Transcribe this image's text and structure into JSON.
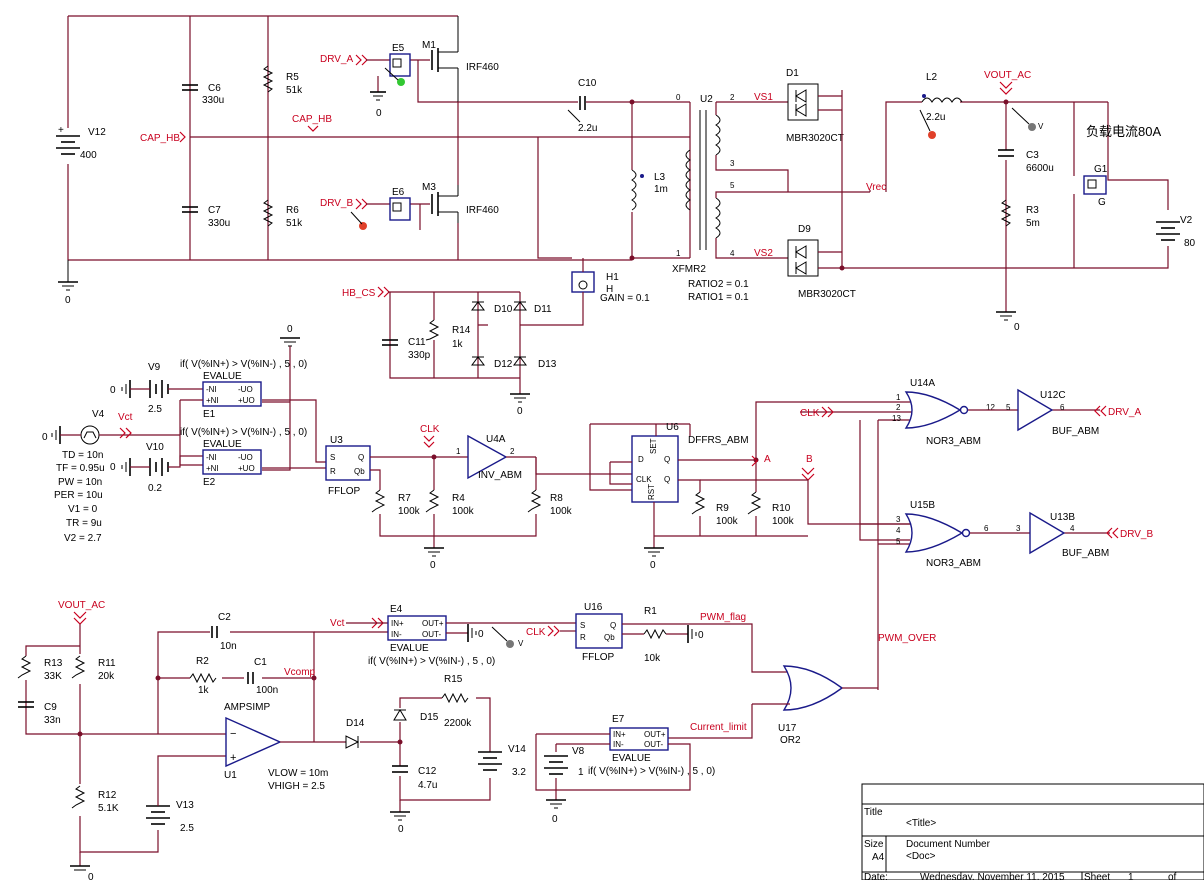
{
  "top": {
    "v12": {
      "ref": "V12",
      "val": "400"
    },
    "c6": {
      "ref": "C6",
      "val": "330u"
    },
    "c7": {
      "ref": "C7",
      "val": "330u"
    },
    "r5": {
      "ref": "R5",
      "val": "51k"
    },
    "r6": {
      "ref": "R6",
      "val": "51k"
    },
    "e5": "E5",
    "e6": "E6",
    "m1": {
      "ref": "M1",
      "val": "IRF460"
    },
    "m3": {
      "ref": "M3",
      "val": "IRF460"
    },
    "c10": {
      "ref": "C10",
      "val": "2.2u"
    },
    "l3": {
      "ref": "L3",
      "val": "1m"
    },
    "u2": "U2",
    "xfmr": {
      "ref": "XFMR2",
      "ratio2": "RATIO2 = 0.1",
      "ratio1": "RATIO1 = 0.1"
    },
    "h1": {
      "ref": "H1",
      "val": "H",
      "gain": "GAIN = 0.1"
    },
    "d1": {
      "ref": "D1",
      "val": "MBR3020CT"
    },
    "d9": {
      "ref": "D9",
      "val": "MBR3020CT"
    },
    "l2": {
      "ref": "L2",
      "val": "2.2u"
    },
    "c3": {
      "ref": "C3",
      "val": "6600u"
    },
    "r3": {
      "ref": "R3",
      "val": "5m"
    },
    "g1": {
      "ref": "G1",
      "val": "G"
    },
    "v2": {
      "ref": "V2",
      "val": "80"
    },
    "c11": {
      "ref": "C11",
      "val": "330p"
    },
    "r14": {
      "ref": "R14",
      "val": "1k"
    },
    "d10": "D10",
    "d11": "D11",
    "d12": "D12",
    "d13": "D13",
    "note": "负载电流80A",
    "pins": {
      "p0": "0",
      "p1": "1",
      "p2": "2",
      "p3": "3",
      "p4": "4",
      "p5": "5"
    }
  },
  "nets": {
    "drv_a": "DRV_A",
    "drv_b": "DRV_B",
    "cap_hb": "CAP_HB",
    "hb_cs": "HB_CS",
    "vout_ac": "VOUT_AC",
    "vs1": "VS1",
    "vs2": "VS2",
    "vrec": "Vrec",
    "vct": "Vct",
    "clk": "CLK",
    "a": "A",
    "b": "B",
    "pwm_flag": "PWM_flag",
    "pwm_over": "PWM_OVER",
    "current_limit": "Current_limit",
    "vcomp": "Vcomp",
    "v": "V",
    "ground": "0"
  },
  "mid": {
    "v9": {
      "ref": "V9",
      "val": "2.5"
    },
    "v10": {
      "ref": "V10",
      "val": "0.2"
    },
    "e1": {
      "ref": "E1",
      "type": "EVALUE",
      "expr": "if( V(%IN+) > V(%IN-) , 5 , 0)"
    },
    "e2": {
      "ref": "E2",
      "type": "EVALUE",
      "expr": "if( V(%IN+) > V(%IN-) , 5 , 0)"
    },
    "v4": {
      "ref": "V4",
      "td": "TD = 10n",
      "tf": "TF = 0.95u",
      "pw": "PW = 10n",
      "per": "PER = 10u",
      "v1": "V1 = 0",
      "tr": "TR = 9u",
      "v2": "V2 = 2.7"
    },
    "u3": {
      "ref": "U3",
      "val": "FFLOP"
    },
    "r7": {
      "ref": "R7",
      "val": "100k"
    },
    "r4": {
      "ref": "R4",
      "val": "100k"
    },
    "u4a": {
      "ref": "U4A",
      "val": "INV_ABM"
    },
    "r8": {
      "ref": "R8",
      "val": "100k"
    },
    "u6": {
      "ref": "U6",
      "val": "DFFRS_ABM"
    },
    "r9": {
      "ref": "R9",
      "val": "100k"
    },
    "r10": {
      "ref": "R10",
      "val": "100k"
    },
    "u14a": {
      "ref": "U14A",
      "val": "NOR3_ABM"
    },
    "u15b": {
      "ref": "U15B",
      "val": "NOR3_ABM"
    },
    "u12c": {
      "ref": "U12C",
      "val": "BUF_ABM"
    },
    "u13b": {
      "ref": "U13B",
      "val": "BUF_ABM"
    },
    "ff": {
      "s": "S",
      "r": "R",
      "q": "Q",
      "qb": "Qb",
      "d": "D",
      "clk": "CLK",
      "set": "SET",
      "rst": "RST",
      "q2": "Q",
      "qn": "Q"
    },
    "ev": {
      "nin": "-NI",
      "pin": "+NI",
      "nout": "-UO",
      "pout": "+UO"
    },
    "pn": {
      "p1": "1",
      "p2": "2",
      "p3": "3",
      "p4": "4",
      "p5": "5",
      "p6": "6",
      "p12": "12",
      "p13": "13"
    }
  },
  "bot": {
    "r13": {
      "ref": "R13",
      "val": "33K"
    },
    "c9": {
      "ref": "C9",
      "val": "33n"
    },
    "r11": {
      "ref": "R11",
      "val": "20k"
    },
    "r12": {
      "ref": "R12",
      "val": "5.1K"
    },
    "v13": {
      "ref": "V13",
      "val": "2.5"
    },
    "c2": {
      "ref": "C2",
      "val": "10n"
    },
    "r2": {
      "ref": "R2",
      "val": "1k"
    },
    "c1": {
      "ref": "C1",
      "val": "100n"
    },
    "u1": {
      "ref": "U1",
      "val": "AMPSIMP",
      "vlow": "VLOW = 10m",
      "vhigh": "VHIGH = 2.5"
    },
    "d14": "D14",
    "d15": "D15",
    "r15": {
      "ref": "R15",
      "val": "2200k"
    },
    "c12": {
      "ref": "C12",
      "val": "4.7u"
    },
    "v14": {
      "ref": "V14",
      "val": "3.2"
    },
    "e4": {
      "ref": "E4",
      "type": "EVALUE",
      "expr": "if( V(%IN+) > V(%IN-) , 5 , 0)"
    },
    "u16": {
      "ref": "U16",
      "val": "FFLOP"
    },
    "r1": {
      "ref": "R1",
      "val": "10k"
    },
    "u17": {
      "ref": "U17",
      "val": "OR2"
    },
    "e7": {
      "ref": "E7",
      "type": "EVALUE",
      "expr": "if( V(%IN+) > V(%IN-) , 5 , 0)"
    },
    "v8": {
      "ref": "V8",
      "val": "1"
    },
    "ev": {
      "pin": "IN+",
      "nin": "IN-",
      "pout": "OUT+",
      "nout": "OUT-"
    }
  },
  "titleblock": {
    "title_label": "Title",
    "title_value": "<Title>",
    "size_label": "Size",
    "size_value": "A4",
    "docnum_label": "Document Number",
    "docnum_value": "<Doc>",
    "date_label": "Date:",
    "date_value": "Wednesday, November 11, 2015",
    "sheet_label": "Sheet",
    "sheet_value": "1",
    "of_label": "of"
  }
}
